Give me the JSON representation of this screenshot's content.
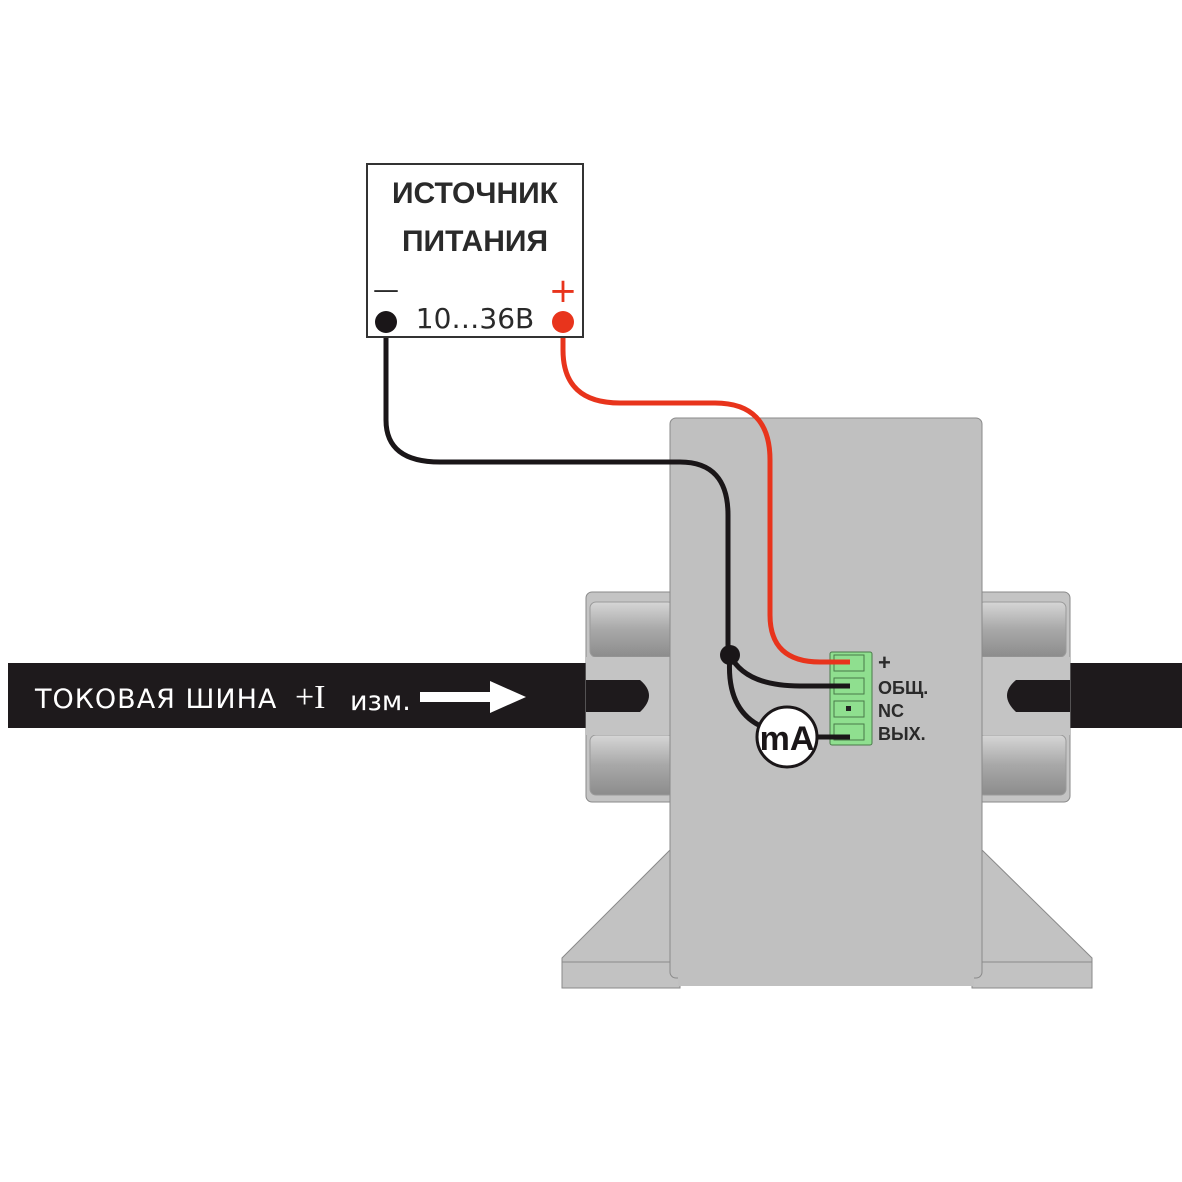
{
  "power_supply": {
    "title_line1": "ИСТОЧНИК",
    "title_line2": "ПИТАНИЯ",
    "minus_label": "—",
    "plus_label": "+",
    "voltage": "10…36В"
  },
  "bus_bar": {
    "label": "ТОКОВАЯ ШИНА",
    "current_symbol": "+I",
    "current_suffix": "изм."
  },
  "meter": {
    "label": "mA"
  },
  "terminals": [
    {
      "label": "+"
    },
    {
      "label": "ОБЩ."
    },
    {
      "label": "NC"
    },
    {
      "label": "ВЫХ."
    }
  ],
  "colors": {
    "wire_positive": "#e8341c",
    "wire_negative": "#1a1618",
    "connector": "#8fdf8f",
    "housing": "#c0c0c0",
    "bus": "#1e1a1c"
  }
}
